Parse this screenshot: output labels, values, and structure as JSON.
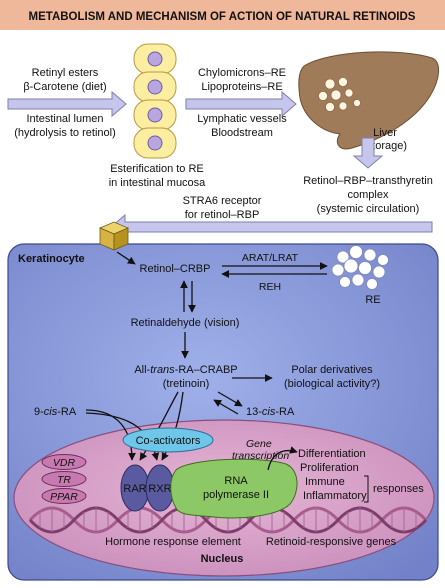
{
  "title": "METABOLISM AND MECHANISM OF ACTION OF NATURAL RETINOIDS",
  "colors": {
    "header_bg": "#f0b89a",
    "cell_bg": "#fbeea0",
    "cell_nucleus": "#b9a6df",
    "liver": "#a07b5a",
    "keratinocyte_bg": "#8a9ad8",
    "nucleus_bg": "#d8a2c8",
    "coactivators": "#6ec6e8",
    "receptor": "#5a5aa0",
    "polymerase": "#8cc865",
    "arrow_fill": "#c6c6ec"
  },
  "diet": {
    "line1": "Retinyl esters",
    "line2": "β-Carotene (diet)",
    "line3": "Intestinal lumen",
    "line4": "(hydrolysis to retinol)"
  },
  "esterification": {
    "line1": "Esterification to RE",
    "line2": "in intestinal mucosa"
  },
  "transport": {
    "line1": "Chylomicrons–RE",
    "line2": "Lipoproteins–RE",
    "line3": "Lymphatic vessels",
    "line4": "Bloodstream"
  },
  "liver": {
    "line1": "Liver",
    "line2": "(storage)"
  },
  "rbp_complex": {
    "line1": "Retinol–RBP–transthyretin",
    "line2": "complex",
    "line3": "(systemic circulation)"
  },
  "stra6": {
    "line1": "STRA6 receptor",
    "line2": "for retinol–RBP"
  },
  "keratinocyte": {
    "label": "Keratinocyte",
    "retinol_crbp": "Retinol–CRBP",
    "arat": "ARAT/LRAT",
    "reh": "REH",
    "re": "RE",
    "retinaldehyde": "Retinaldehyde (vision)",
    "atra_pre": "All-",
    "atra_trans": "trans",
    "atra_post": "-RA–CRABP",
    "tretinoin": "(tretinoin)",
    "polar1": "Polar derivatives",
    "polar2": "(biological activity?)",
    "cis9_pre": "9-",
    "cis9_cis": "cis",
    "cis9_post": "-RA",
    "cis13_pre": "13-",
    "cis13_cis": "cis",
    "cis13_post": "-RA"
  },
  "nucleus": {
    "label": "Nucleus",
    "coactivators": "Co-activators",
    "gene1": "Gene",
    "gene2": "transcription",
    "vdr": "VDR",
    "tr": "TR",
    "ppar": "PPAR",
    "rar": "RAR",
    "rxr": "RXR",
    "rna1": "RNA",
    "rna2": "polymerase II",
    "resp1": "Differentiation",
    "resp2": "Proliferation",
    "resp3": "Immune",
    "resp4": "Inflammatory",
    "responses": "responses",
    "hre": "Hormone response element",
    "genes": "Retinoid-responsive genes"
  }
}
